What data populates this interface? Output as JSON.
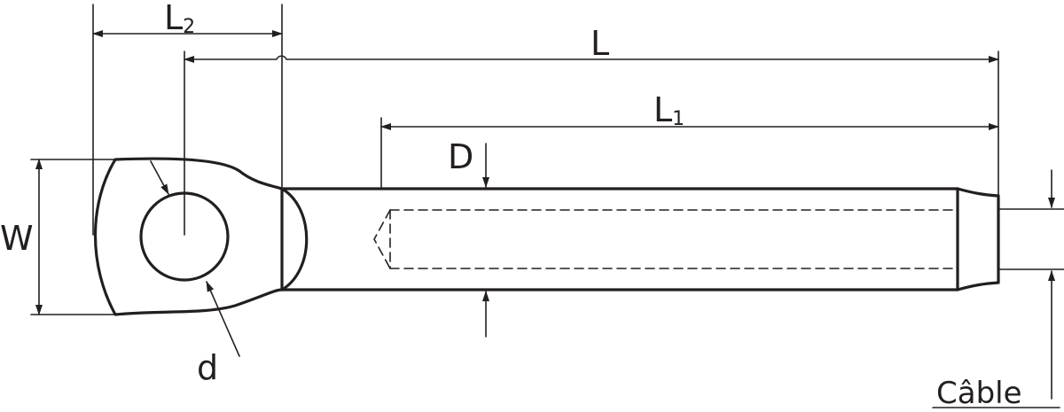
{
  "labels": {
    "L": "L",
    "L1_main": "L",
    "L1_sub": "1",
    "L2_main": "L",
    "L2_sub": "2",
    "D": "D",
    "W": "W",
    "d": "d",
    "cable": "Câble"
  },
  "colors": {
    "ink": "#231f20",
    "background": "#ffffff"
  }
}
